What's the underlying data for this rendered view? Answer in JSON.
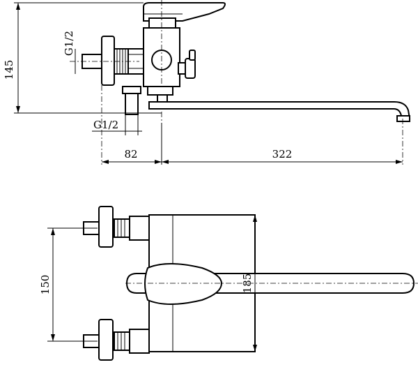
{
  "colors": {
    "line": "#000000",
    "background": "#ffffff"
  },
  "top_view": {
    "dim_height": "145",
    "thread_top": "G1/2",
    "thread_bottom": "G1/2",
    "dim_inlet": "82",
    "dim_spout": "322"
  },
  "bottom_view": {
    "dim_inlet_spacing": "150",
    "dim_body_height": "185"
  }
}
